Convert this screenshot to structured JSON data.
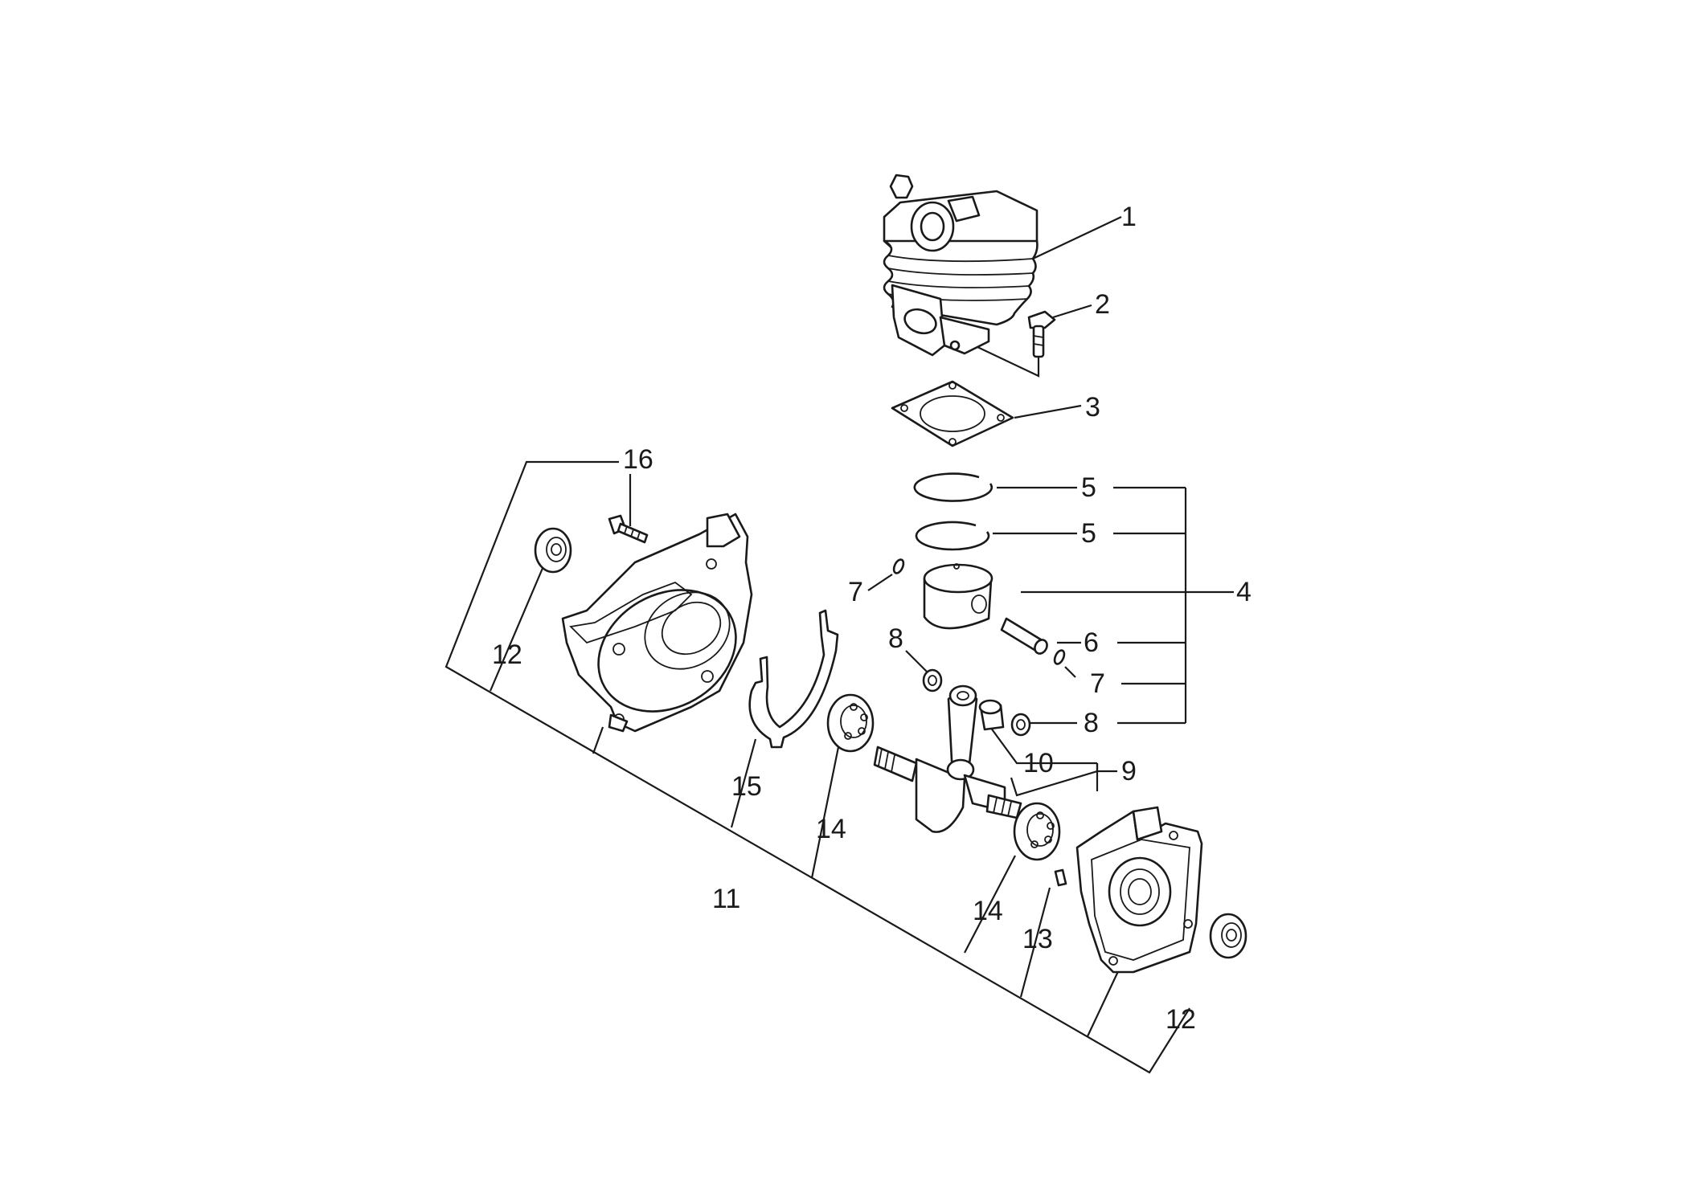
{
  "diagram": {
    "callouts": [
      {
        "id": "c1",
        "text": "1"
      },
      {
        "id": "c2",
        "text": "2"
      },
      {
        "id": "c3",
        "text": "3"
      },
      {
        "id": "c4",
        "text": "4"
      },
      {
        "id": "c5a",
        "text": "5"
      },
      {
        "id": "c5b",
        "text": "5"
      },
      {
        "id": "c6",
        "text": "6"
      },
      {
        "id": "c7a",
        "text": "7"
      },
      {
        "id": "c7b",
        "text": "7"
      },
      {
        "id": "c8a",
        "text": "8"
      },
      {
        "id": "c8b",
        "text": "8"
      },
      {
        "id": "c9",
        "text": "9"
      },
      {
        "id": "c10",
        "text": "10"
      },
      {
        "id": "c11",
        "text": "11"
      },
      {
        "id": "c12a",
        "text": "12"
      },
      {
        "id": "c12b",
        "text": "12"
      },
      {
        "id": "c13",
        "text": "13"
      },
      {
        "id": "c14a",
        "text": "14"
      },
      {
        "id": "c14b",
        "text": "14"
      },
      {
        "id": "c15",
        "text": "15"
      },
      {
        "id": "c16",
        "text": "16"
      }
    ]
  }
}
